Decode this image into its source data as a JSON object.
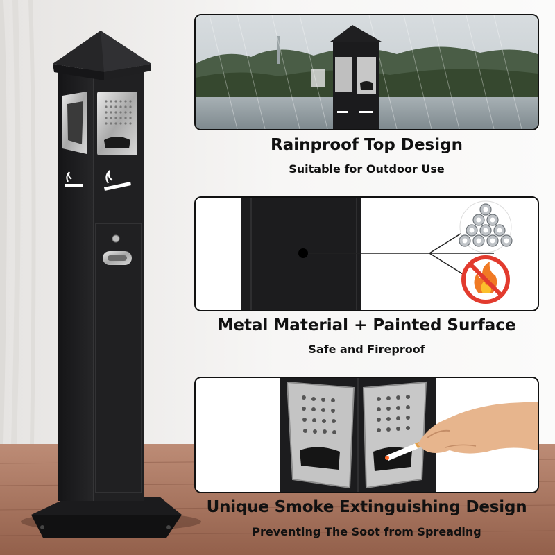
{
  "features": [
    {
      "title": "Rainproof Top Design",
      "subtitle": "Suitable for Outdoor Use"
    },
    {
      "title": "Metal Material + Painted Surface",
      "subtitle": "Safe and Fireproof"
    },
    {
      "title": "Unique Smoke Extinguishing Design",
      "subtitle": "Preventing The Soot from Spreading"
    }
  ],
  "colors": {
    "product_body": "#1c1c1e",
    "stainless": "#c9c9c9",
    "floor": "#a8705a",
    "wall": "#f2f1ef",
    "fire_warning": "#e23b2e"
  },
  "icons": [
    "cigarette-icon",
    "steel-pipes-icon",
    "no-fire-icon",
    "lock-icon"
  ]
}
